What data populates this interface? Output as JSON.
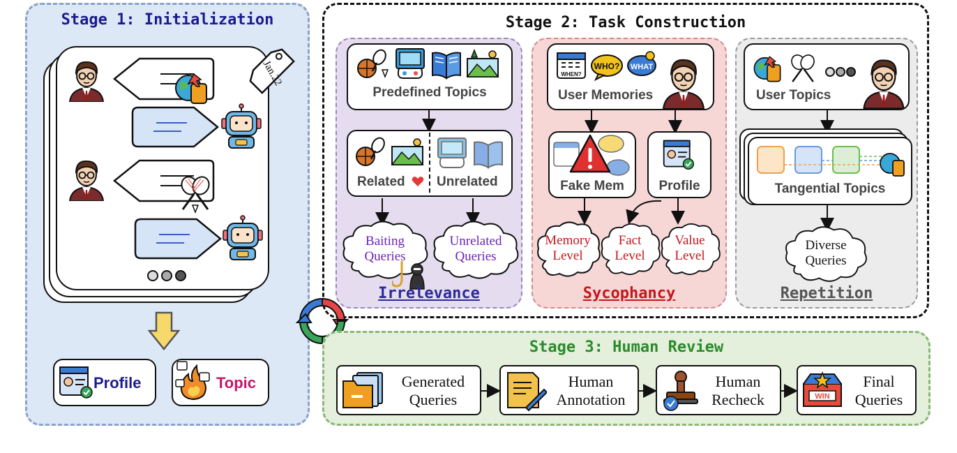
{
  "stage1": {
    "title": "Stage 1: Initialization",
    "tag": "Jan.22",
    "outputs": [
      {
        "label": "Profile",
        "color": "#1b1b8f"
      },
      {
        "label": "Topic",
        "color": "#c4176b"
      }
    ]
  },
  "stage2": {
    "title": "Stage 2: Task Construction",
    "irrelevance": {
      "title": "Irrelevance",
      "title_color": "#2b2b9a",
      "predefined": "Predefined Topics",
      "related": "Related",
      "unrelated": "Unrelated",
      "clouds": [
        {
          "line1": "Baiting",
          "line2": "Queries"
        },
        {
          "line1": "Unrelated",
          "line2": "Queries"
        }
      ],
      "cloud_color": "#6a22b8"
    },
    "sycophancy": {
      "title": "Sycophancy",
      "title_color": "#c4161c",
      "memories": "User Memories",
      "fake": "Fake Mem",
      "profile": "Profile",
      "icon_texts": {
        "when": "WHEN?",
        "who": "WHO?",
        "what": "WHAT"
      },
      "clouds": [
        {
          "line1": "Memory",
          "line2": "Level"
        },
        {
          "line1": "Fact",
          "line2": "Level"
        },
        {
          "line1": "Value",
          "line2": "Level"
        }
      ],
      "cloud_color": "#c4161c"
    },
    "repetition": {
      "title": "Repetition",
      "title_color": "#555555",
      "topics": "User Topics",
      "tangential": "Tangential Topics",
      "cloud": {
        "line1": "Diverse",
        "line2": "Queries"
      }
    }
  },
  "stage3": {
    "title": "Stage 3: Human Review",
    "steps": [
      {
        "line1": "Generated",
        "line2": "Queries"
      },
      {
        "line1": "Human",
        "line2": "Annotation"
      },
      {
        "line1": "Human",
        "line2": "Recheck"
      },
      {
        "line1": "Final",
        "line2": "Queries"
      }
    ],
    "win_text": "WIN"
  }
}
